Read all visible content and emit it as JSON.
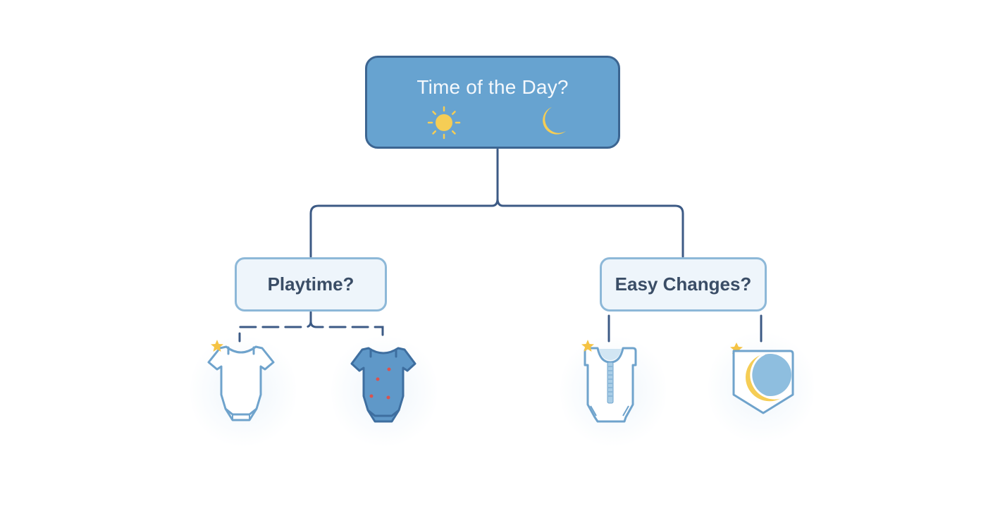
{
  "diagram": {
    "type": "decision-tree",
    "root": {
      "label": "Time of the Day?",
      "icons": [
        "sun-icon",
        "crescent-moon-icon"
      ],
      "fill_color": "#67a3d0",
      "border_color": "#3c6591",
      "text_color": "#f4f8fc"
    },
    "branches": [
      {
        "label": "Playtime?",
        "connector_style": "dashed",
        "options": [
          {
            "icon": "white-onesie-icon",
            "description": "White short-sleeve bodysuit outline",
            "starred": true
          },
          {
            "icon": "blue-patterned-onesie-icon",
            "description": "Blue short-sleeve bodysuit with red dots",
            "starred": false
          }
        ]
      },
      {
        "label": "Easy Changes?",
        "connector_style": "solid",
        "options": [
          {
            "icon": "zip-sleeper-icon",
            "description": "Sleeveless bodysuit with front zipper",
            "starred": true
          },
          {
            "icon": "moon-sleep-sack-icon",
            "description": "Pennant badge with yellow crescent moon",
            "starred": true
          }
        ]
      }
    ],
    "colors": {
      "connector": "#3c5a85",
      "child_fill": "#eef5fb",
      "child_border": "#8db8d8",
      "child_text": "#3a4d66",
      "icon_outline": "#6fa3cc",
      "icon_fill": "#5f98c8",
      "accent_yellow": "#f5cd55",
      "dot_red": "#d9534f"
    }
  }
}
